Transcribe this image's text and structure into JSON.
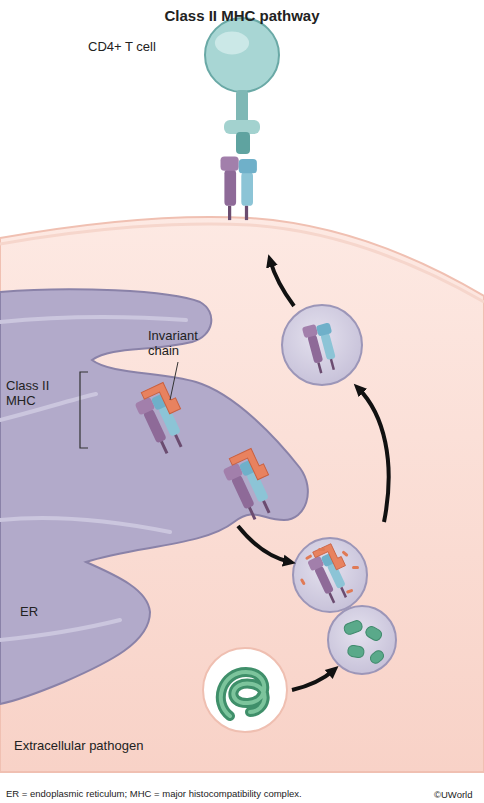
{
  "diagram": {
    "title": "Class II MHC pathway",
    "caption": "ER = endoplasmic reticulum; MHC = major histocompatibility complex.",
    "nodes": [
      {
        "text": [
          "CD4+ T cell"
        ]
      },
      {
        "text": [
          "ER"
        ]
      }
    ],
    "labels": [
      "Invariant chain",
      "Class II MHC",
      "Extracellular pathogen",
      "©UWorld"
    ]
  }
}
